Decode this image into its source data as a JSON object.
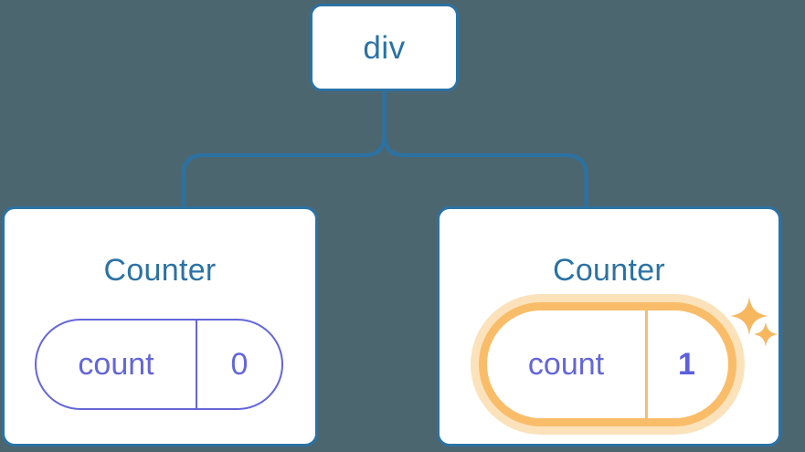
{
  "diagram": {
    "title": "React component tree with highlighted state update",
    "background_color": "#4c6670",
    "node_border_color": "#2b72a4",
    "node_text_color": "#2b72a4",
    "state_color": "#6366d8",
    "highlight_color": "#f9bd6a",
    "highlight_glow_color": "#fbe2bb",
    "connector_color": "#2b72a4"
  },
  "root": {
    "label": "div"
  },
  "children": [
    {
      "title": "Counter",
      "state": {
        "key": "count",
        "value": "0",
        "highlighted": false
      }
    },
    {
      "title": "Counter",
      "state": {
        "key": "count",
        "value": "1",
        "highlighted": true
      },
      "sparkles": [
        {
          "name": "sparkle-large"
        },
        {
          "name": "sparkle-small"
        }
      ]
    }
  ]
}
